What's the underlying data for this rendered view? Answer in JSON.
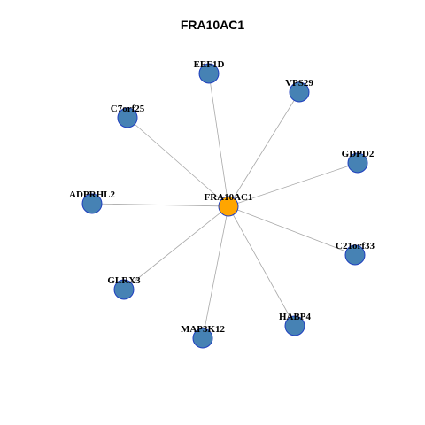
{
  "title": "FRA10AC1",
  "colors": {
    "hub_fill": "#ffa500",
    "leaf_fill": "#4682b4",
    "node_stroke": "#1f3fbf",
    "edge": "#a8a8a8"
  },
  "graph": {
    "hub": {
      "id": "hub",
      "label": "FRA10AC1"
    },
    "leaves": [
      {
        "id": "eef1d",
        "label": "EEF1D"
      },
      {
        "id": "vps29",
        "label": "VPS29"
      },
      {
        "id": "c7orf25",
        "label": "C7orf25"
      },
      {
        "id": "gdpd2",
        "label": "GDPD2"
      },
      {
        "id": "adprhl2",
        "label": "ADPRHL2"
      },
      {
        "id": "c21orf33",
        "label": "C21orf33"
      },
      {
        "id": "glrx3",
        "label": "GLRX3"
      },
      {
        "id": "habp4",
        "label": "HABP4"
      },
      {
        "id": "map3k12",
        "label": "MAP3K12"
      }
    ]
  }
}
